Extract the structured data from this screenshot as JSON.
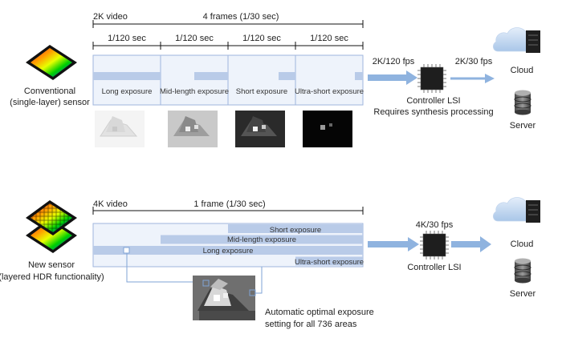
{
  "colors": {
    "bar_fill": "#b9cbe8",
    "panel_fill": "#eef3fb",
    "panel_stroke": "#9fb6dc",
    "arrow": "#8fb3df",
    "line": "#111111",
    "connector": "#7fa3d6",
    "chip": "#1e1e1e"
  },
  "top": {
    "video_label": "2K video",
    "frames_label": "4 frames (1/30 sec)",
    "segments": [
      {
        "time": "1/120 sec",
        "exposure": "Long exposure"
      },
      {
        "time": "1/120 sec",
        "exposure": "Mid-length exposure"
      },
      {
        "time": "1/120 sec",
        "exposure": "Short exposure"
      },
      {
        "time": "1/120 sec",
        "exposure": "Ultra-short exposure"
      }
    ],
    "sensor_label_line1": "Conventional",
    "sensor_label_line2": "(single-layer) sensor",
    "in_rate": "2K/120 fps",
    "out_rate": "2K/30 fps",
    "controller_line1": "Controller LSI",
    "controller_line2": "Requires synthesis processing",
    "cloud_label": "Cloud",
    "server_label": "Server",
    "thumbnail_icons": [
      "house-long-exposure-image",
      "house-mid-exposure-image",
      "house-short-exposure-image",
      "house-ultra-short-exposure-image"
    ]
  },
  "bottom": {
    "video_label": "4K video",
    "frames_label": "1 frame (1/30 sec)",
    "bars": [
      {
        "label": "Short exposure",
        "start": 0.5,
        "end": 1.0
      },
      {
        "label": "Mid-length exposure",
        "start": 0.25,
        "end": 1.0
      },
      {
        "label": "Long exposure",
        "start": 0.0,
        "end": 1.0
      },
      {
        "label": "Ultra-short exposure",
        "start": 0.75,
        "end": 1.0
      }
    ],
    "sensor_label_line1": "New sensor",
    "sensor_label_line2": "(layered HDR functionality)",
    "rate": "4K/30 fps",
    "controller": "Controller LSI",
    "cloud_label": "Cloud",
    "server_label": "Server",
    "note_line1": "Automatic optimal exposure",
    "note_line2": "setting for all 736 areas"
  }
}
